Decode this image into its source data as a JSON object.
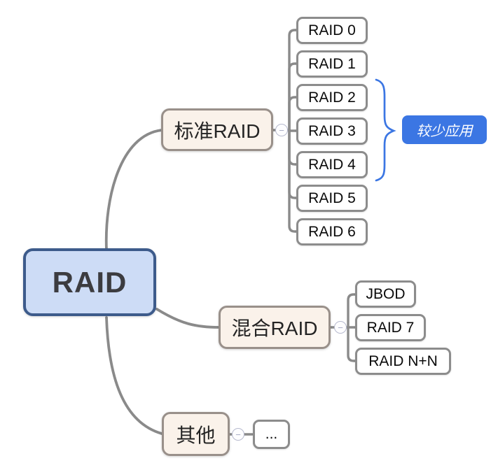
{
  "root": {
    "label": "RAID"
  },
  "branches": [
    {
      "label": "标准RAID",
      "children": [
        {
          "label": "RAID 0"
        },
        {
          "label": "RAID 1"
        },
        {
          "label": "RAID 2"
        },
        {
          "label": "RAID 3"
        },
        {
          "label": "RAID 4"
        },
        {
          "label": "RAID 5"
        },
        {
          "label": "RAID 6"
        }
      ]
    },
    {
      "label": "混合RAID",
      "children": [
        {
          "label": "JBOD"
        },
        {
          "label": "RAID 7"
        },
        {
          "label": "RAID N+N"
        }
      ]
    },
    {
      "label": "其他",
      "children": [
        {
          "label": "..."
        }
      ]
    }
  ],
  "annotation": {
    "label": "较少应用",
    "applies_to": [
      "RAID 2",
      "RAID 3",
      "RAID 4"
    ]
  },
  "ui": {
    "collapse_glyph": "−"
  },
  "colors": {
    "root_fill": "#cddcf6",
    "root_border": "#3d5b8b",
    "branch_fill": "#faf2ea",
    "branch_border": "#99908a",
    "child_fill": "#ffffff",
    "child_border": "#8c8c8c",
    "connector": "#8a8a8a",
    "annotation_accent": "#3b76e3"
  }
}
